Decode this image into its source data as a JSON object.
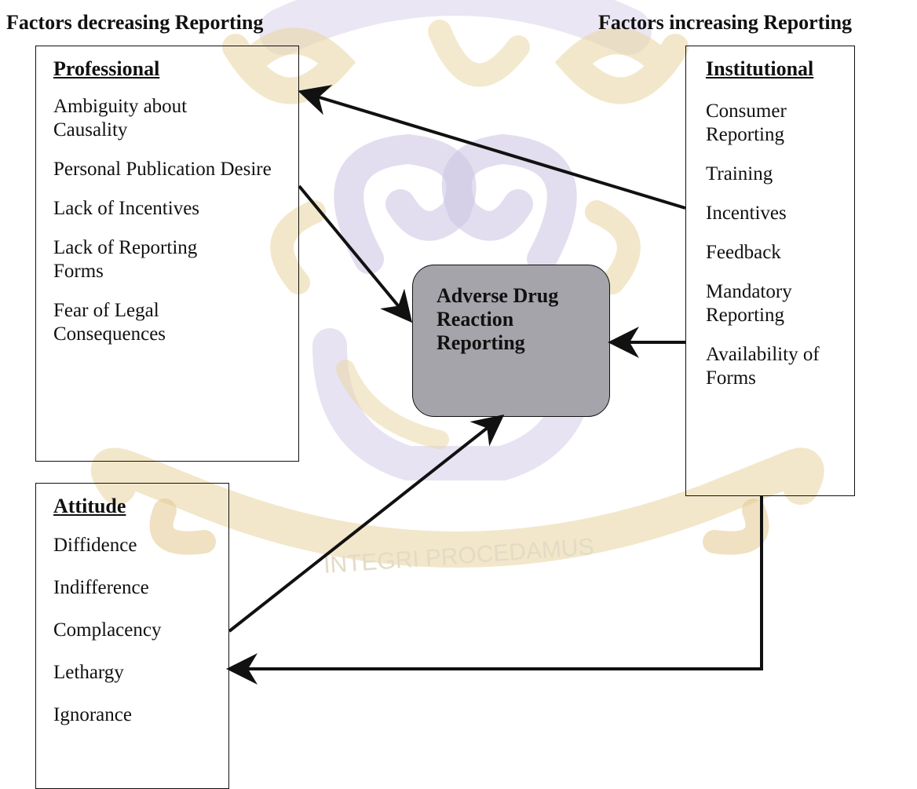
{
  "headings": {
    "left": "Factors decreasing Reporting",
    "right": "Factors increasing Reporting"
  },
  "professional": {
    "title": "Professional",
    "items": [
      "Ambiguity about Causality",
      "Personal Publication Desire",
      "Lack of Incentives",
      "Lack of Reporting Forms",
      "Fear of Legal Consequences"
    ]
  },
  "attitude": {
    "title": "Attitude",
    "items": [
      "Diffidence",
      "Indifference",
      "Complacency",
      "Lethargy",
      "Ignorance"
    ]
  },
  "institutional": {
    "title": "Institutional",
    "items": [
      "Consumer Reporting",
      "Training",
      "Incentives",
      "Feedback",
      "Mandatory Reporting",
      "Availability of Forms"
    ]
  },
  "center": {
    "label": "Adverse Drug Reaction Reporting"
  },
  "watermark": {
    "motto": "INTEGRI PROCEDAMUS"
  },
  "colors": {
    "watermark_gold": "#e2c98f",
    "watermark_purple": "#c6bddf",
    "center_fill": "#a4a4aa",
    "ink": "#111111"
  }
}
